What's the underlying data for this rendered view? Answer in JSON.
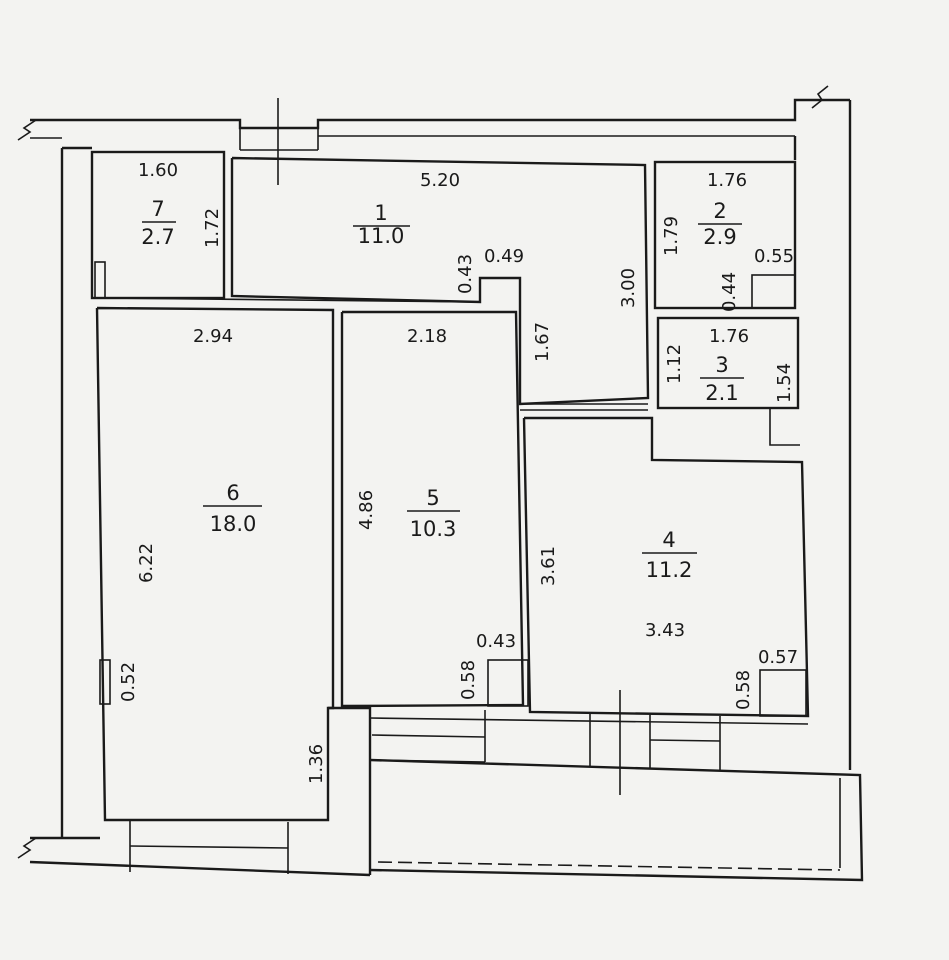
{
  "rooms": [
    {
      "id": "7",
      "number": "7",
      "area": "2.7"
    },
    {
      "id": "1",
      "number": "1",
      "area": "11.0"
    },
    {
      "id": "2",
      "number": "2",
      "area": "2.9"
    },
    {
      "id": "3",
      "number": "3",
      "area": "2.1"
    },
    {
      "id": "6",
      "number": "6",
      "area": "18.0"
    },
    {
      "id": "5",
      "number": "5",
      "area": "10.3"
    },
    {
      "id": "4",
      "number": "4",
      "area": "11.2"
    }
  ],
  "dimensions": {
    "r7_width": "1.60",
    "r7_height": "1.72",
    "r1_width": "5.20",
    "r1_niche_h": "0.43",
    "r1_niche_w": "0.49",
    "r1_height": "3.00",
    "corridor_h": "1.67",
    "r2_width": "1.76",
    "r2_height": "1.79",
    "r2_niche_h": "0.44",
    "r2_niche_w": "0.55",
    "r3_width": "1.76",
    "r3_height": "1.12",
    "r3_side": "1.54",
    "r6_width": "2.94",
    "r6_height": "6.22",
    "r6_niche": "0.52",
    "r6_balcony": "1.36",
    "r5_width": "2.18",
    "r5_height": "4.86",
    "r5_niche_w": "0.43",
    "r5_niche_h": "0.58",
    "r4_height": "3.61",
    "r4_width": "3.43",
    "r4_niche_w": "0.57",
    "r4_niche_h": "0.58"
  }
}
